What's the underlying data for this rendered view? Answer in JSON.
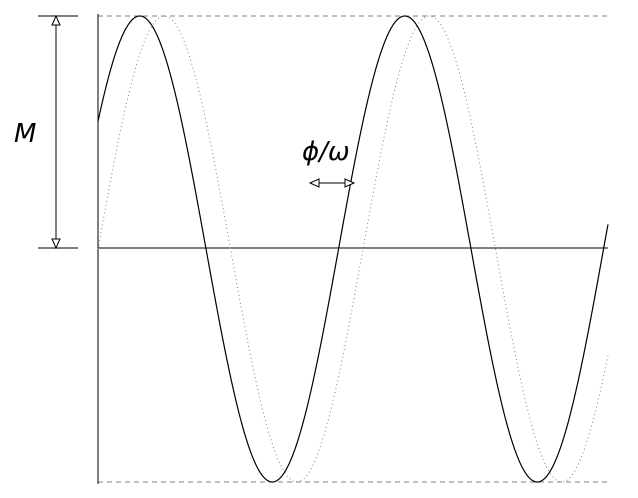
{
  "labels": {
    "amplitude": "M",
    "phase_shift": "ϕ/ω"
  },
  "curves": {
    "reference": {
      "style": "dotted",
      "color": "#808080"
    },
    "response": {
      "style": "solid",
      "color": "#000000"
    }
  },
  "colors": {
    "axis": "#000000",
    "guide_dashed": "#808080",
    "arrow": "#000000"
  }
}
